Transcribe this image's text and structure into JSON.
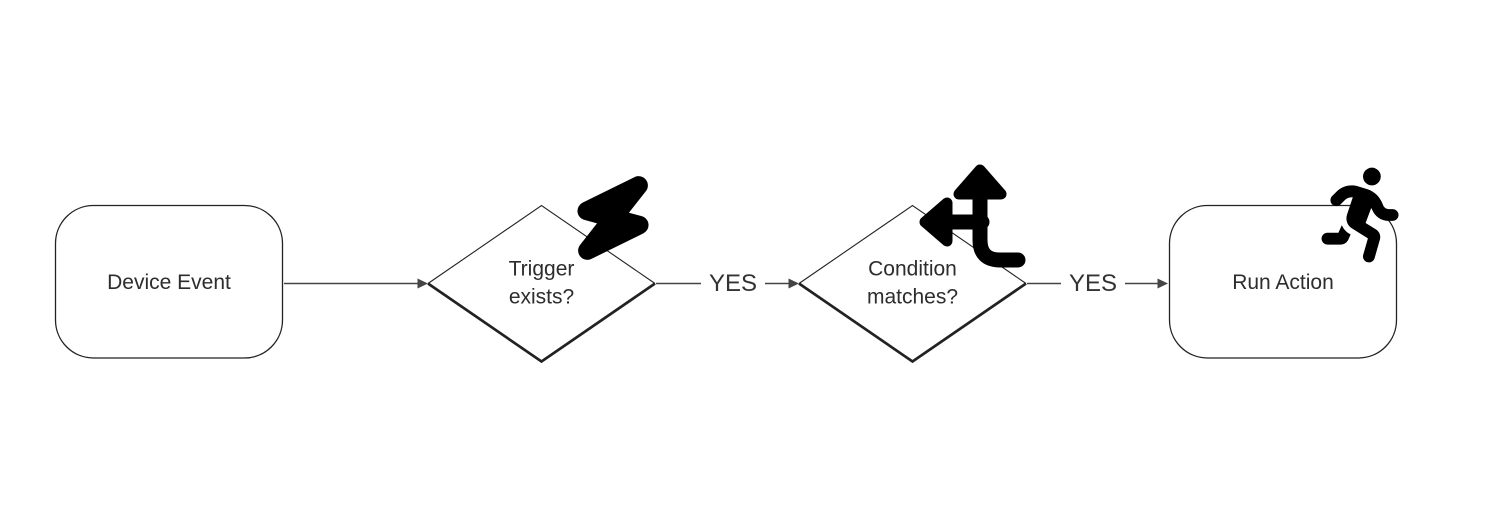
{
  "diagram": {
    "type": "flowchart",
    "direction": "left-to-right",
    "nodes": [
      {
        "id": "device-event",
        "shape": "rounded-rectangle",
        "label": "Device Event",
        "icon": null
      },
      {
        "id": "trigger-exists",
        "shape": "decision-diamond",
        "label": "Trigger exists?",
        "icon": "lightning-bolt-icon"
      },
      {
        "id": "condition-matches",
        "shape": "decision-diamond",
        "label": "Condition matches?",
        "icon": "arrows-split-up-left-icon"
      },
      {
        "id": "run-action",
        "shape": "rounded-rectangle",
        "label": "Run Action",
        "icon": "person-running-icon"
      }
    ],
    "edges": [
      {
        "from": "device-event",
        "to": "trigger-exists",
        "label": ""
      },
      {
        "from": "trigger-exists",
        "to": "condition-matches",
        "label": "YES"
      },
      {
        "from": "condition-matches",
        "to": "run-action",
        "label": "YES"
      }
    ],
    "colors": {
      "background": "#ffffff",
      "node_fill": "#ffffff",
      "node_stroke": "#222222",
      "edge_line": "#454545",
      "label_text": "#2d2d2d",
      "edge_label_text": "#333333",
      "icon_fill": "#000000"
    }
  }
}
